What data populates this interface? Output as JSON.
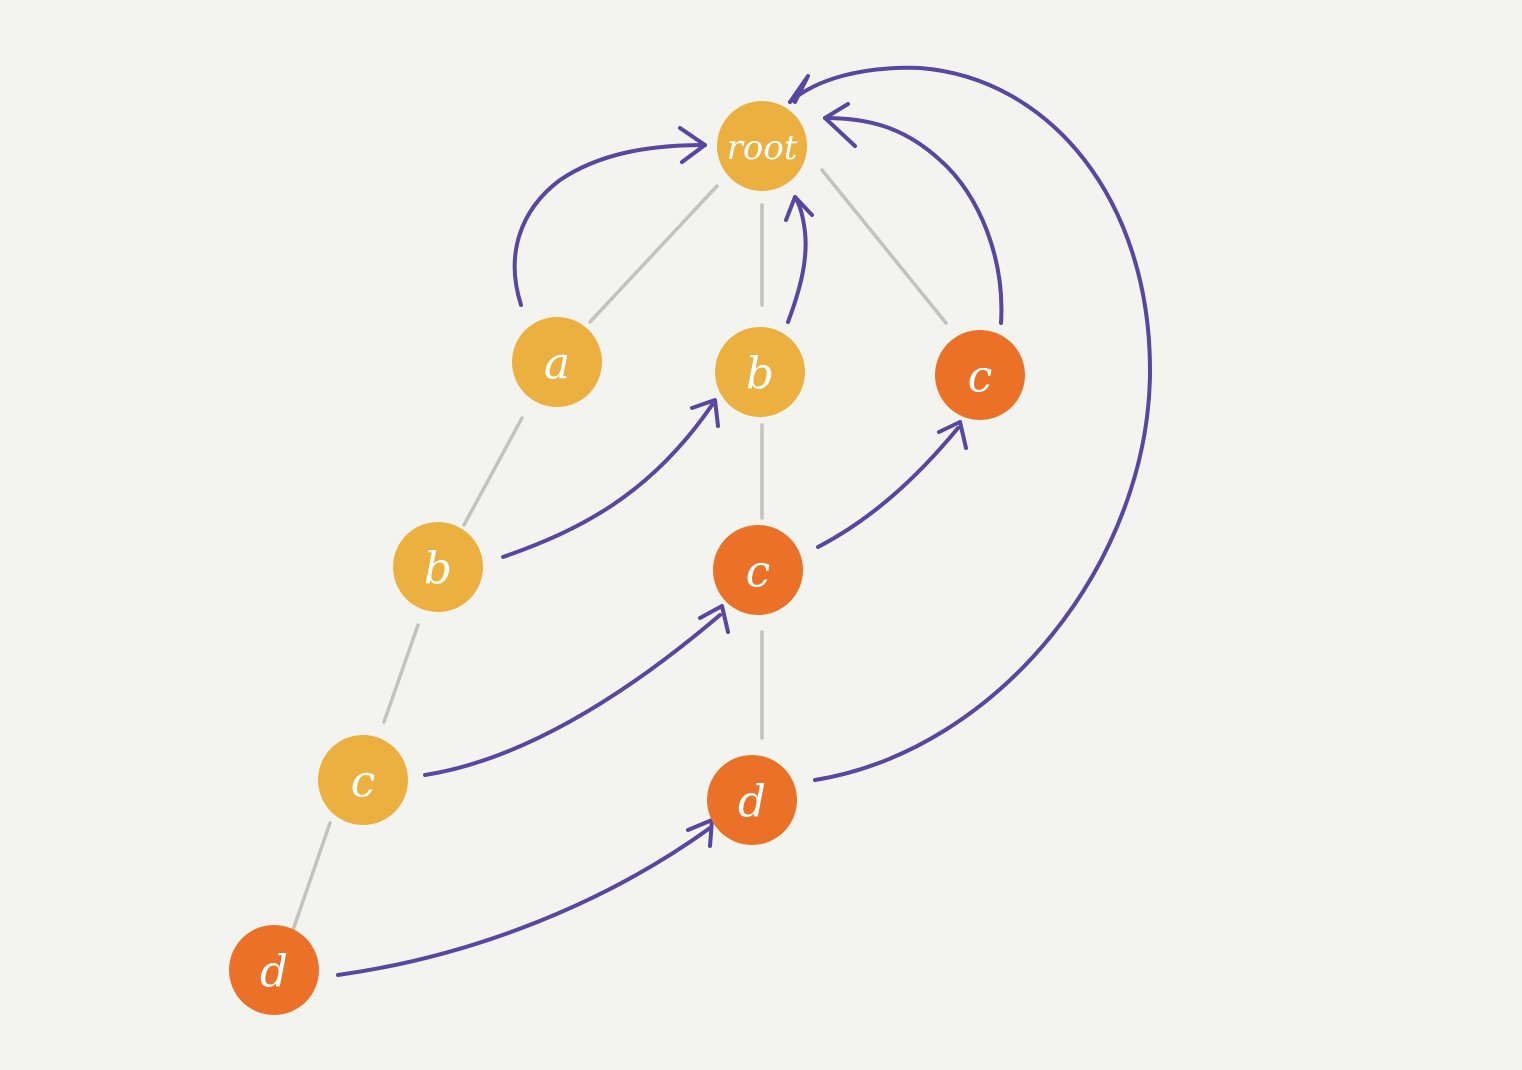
{
  "colors": {
    "background": "#f3f3ef",
    "node_light": "#ecb040",
    "node_dark": "#ec7128",
    "tree_edge": "#c3c3bd",
    "failure_link": "#5846a3"
  },
  "nodes": [
    {
      "id": "root",
      "label": "root",
      "tone": "light"
    },
    {
      "id": "a",
      "label": "a",
      "tone": "light"
    },
    {
      "id": "b1",
      "label": "b",
      "tone": "light"
    },
    {
      "id": "c1",
      "label": "c",
      "tone": "dark"
    },
    {
      "id": "ab",
      "label": "b",
      "tone": "light"
    },
    {
      "id": "abc",
      "label": "c",
      "tone": "light"
    },
    {
      "id": "abcd",
      "label": "d",
      "tone": "dark"
    },
    {
      "id": "bc",
      "label": "c",
      "tone": "dark"
    },
    {
      "id": "bcd",
      "label": "d",
      "tone": "dark"
    }
  ],
  "tree_edges": [
    [
      "root",
      "a"
    ],
    [
      "root",
      "b1"
    ],
    [
      "root",
      "c1"
    ],
    [
      "a",
      "ab"
    ],
    [
      "ab",
      "abc"
    ],
    [
      "abc",
      "abcd"
    ],
    [
      "b1",
      "bc"
    ],
    [
      "bc",
      "bcd"
    ]
  ],
  "failure_links": [
    [
      "a",
      "root"
    ],
    [
      "b1",
      "root"
    ],
    [
      "c1",
      "root"
    ],
    [
      "bcd",
      "root"
    ],
    [
      "ab",
      "b1"
    ],
    [
      "bc",
      "c1"
    ],
    [
      "abc",
      "bc"
    ],
    [
      "abcd",
      "bcd"
    ]
  ]
}
